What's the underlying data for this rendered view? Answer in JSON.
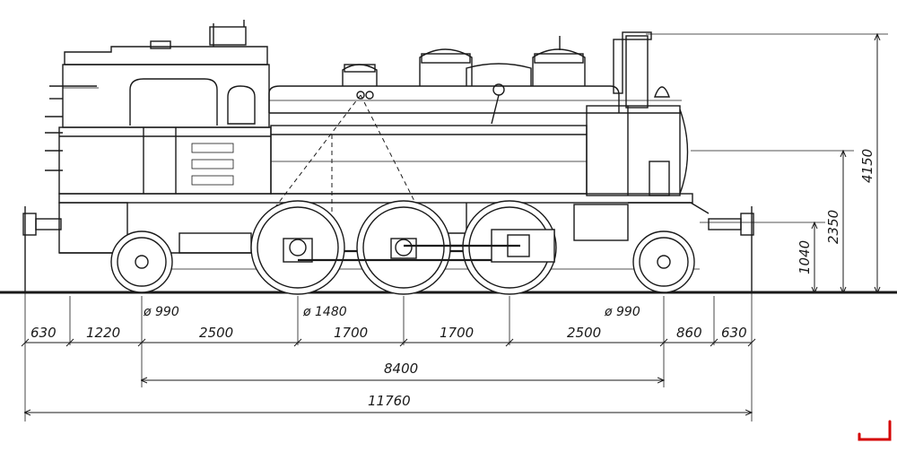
{
  "dimensions": {
    "bottom_segments": [
      "630",
      "1220",
      "2500",
      "1700",
      "1700",
      "2500",
      "860",
      "630"
    ],
    "wheelbase": "8400",
    "overall_length": "11760",
    "heights": {
      "axle": "1040",
      "boiler": "2350",
      "total": "4150"
    }
  },
  "wheel_diameters": {
    "carrying_rear": "ø 990",
    "driving": "ø 1480",
    "carrying_front": "ø 990"
  },
  "colors": {
    "line": "#1a1a1a",
    "accent": "#d40000"
  }
}
